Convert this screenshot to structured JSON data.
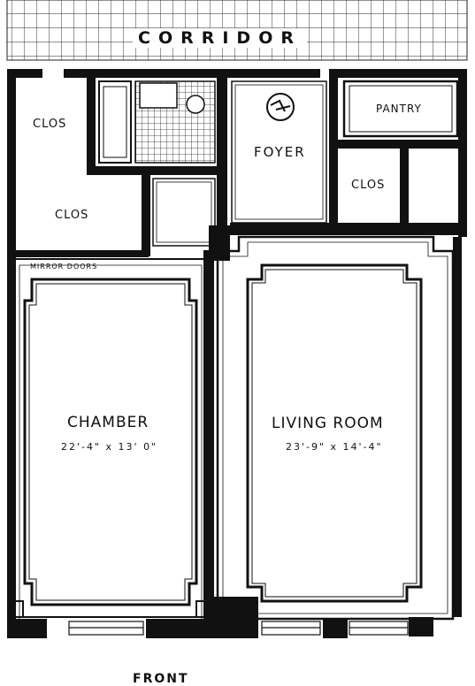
{
  "labels": {
    "corridor": "CORRIDOR",
    "closet_top_left": "CLOS",
    "closet_mid_left": "CLOS",
    "closet_right": "CLOS",
    "pantry": "PANTRY",
    "foyer": "FOYER",
    "mirror_doors": "MIRROR DOORS",
    "chamber": "CHAMBER",
    "chamber_dimensions": "22'-4\" x 13' 0\"",
    "living_room": "LIVING ROOM",
    "living_room_dimensions": "23'-9\" x 14'-4\"",
    "front": "FRONT"
  },
  "colors": {
    "wall": "#111111",
    "paper": "#ffffff"
  }
}
